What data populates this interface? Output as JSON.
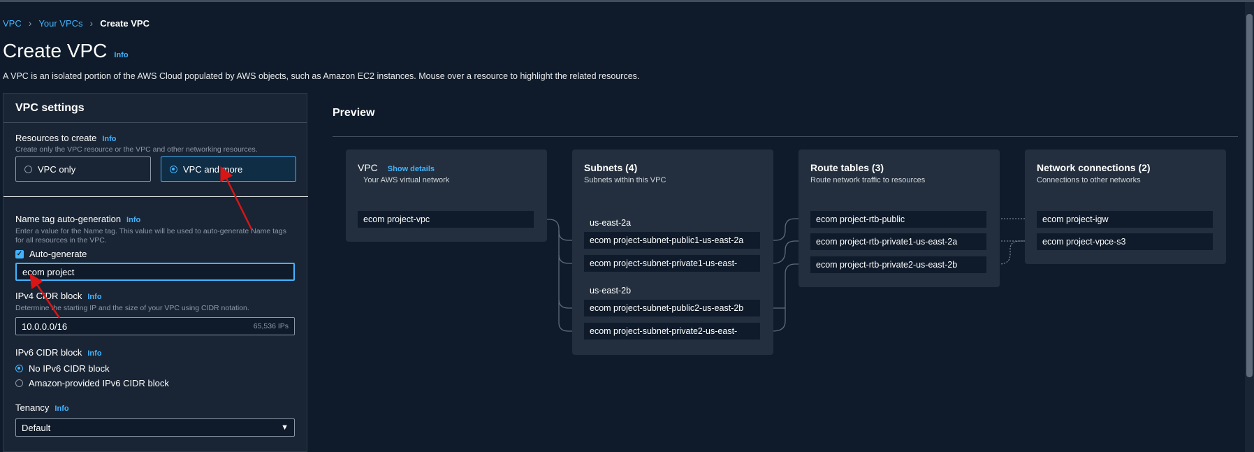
{
  "breadcrumb": {
    "vpc": "VPC",
    "your_vpcs": "Your VPCs",
    "current": "Create VPC"
  },
  "page": {
    "title": "Create VPC",
    "info": "Info",
    "description": "A VPC is an isolated portion of the AWS Cloud populated by AWS objects, such as Amazon EC2 instances. Mouse over a resource to highlight the related resources."
  },
  "settings": {
    "header": "VPC settings",
    "resources": {
      "label": "Resources to create",
      "info": "Info",
      "hint": "Create only the VPC resource or the VPC and other networking resources.",
      "option_vpc_only": "VPC only",
      "option_vpc_and_more": "VPC and more",
      "selected": "VPC and more"
    },
    "name_tag": {
      "label": "Name tag auto-generation",
      "info": "Info",
      "hint": "Enter a value for the Name tag. This value will be used to auto-generate Name tags for all resources in the VPC.",
      "auto_generate": "Auto-generate",
      "auto_generate_checked": true,
      "value": "ecom project"
    },
    "ipv4": {
      "label": "IPv4 CIDR block",
      "info": "Info",
      "hint": "Determine the starting IP and the size of your VPC using CIDR notation.",
      "value": "10.0.0.0/16",
      "suffix": "65,536 IPs"
    },
    "ipv6": {
      "label": "IPv6 CIDR block",
      "info": "Info",
      "option_none": "No IPv6 CIDR block",
      "option_amazon": "Amazon-provided IPv6 CIDR block",
      "selected": "No IPv6 CIDR block"
    },
    "tenancy": {
      "label": "Tenancy",
      "info": "Info",
      "value": "Default"
    }
  },
  "preview": {
    "title": "Preview",
    "vpc": {
      "title": "VPC",
      "link": "Show details",
      "subtitle": "Your AWS virtual network",
      "items": [
        "ecom project-vpc"
      ]
    },
    "subnets": {
      "title": "Subnets (4)",
      "subtitle": "Subnets within this VPC",
      "az1": "us-east-2a",
      "az2": "us-east-2b",
      "items": [
        "ecom project-subnet-public1-us-east-2a",
        "ecom project-subnet-private1-us-east-",
        "ecom project-subnet-public2-us-east-2b",
        "ecom project-subnet-private2-us-east-"
      ]
    },
    "route_tables": {
      "title": "Route tables (3)",
      "subtitle": "Route network traffic to resources",
      "items": [
        "ecom project-rtb-public",
        "ecom project-rtb-private1-us-east-2a",
        "ecom project-rtb-private2-us-east-2b"
      ]
    },
    "network": {
      "title": "Network connections (2)",
      "subtitle": "Connections to other networks",
      "items": [
        "ecom project-igw",
        "ecom project-vpce-s3"
      ]
    }
  },
  "colors": {
    "accent": "#42b4ff",
    "background": "#0f1b2a",
    "panel": "#192534",
    "card": "#232f3e",
    "annotation": "#d91515"
  }
}
